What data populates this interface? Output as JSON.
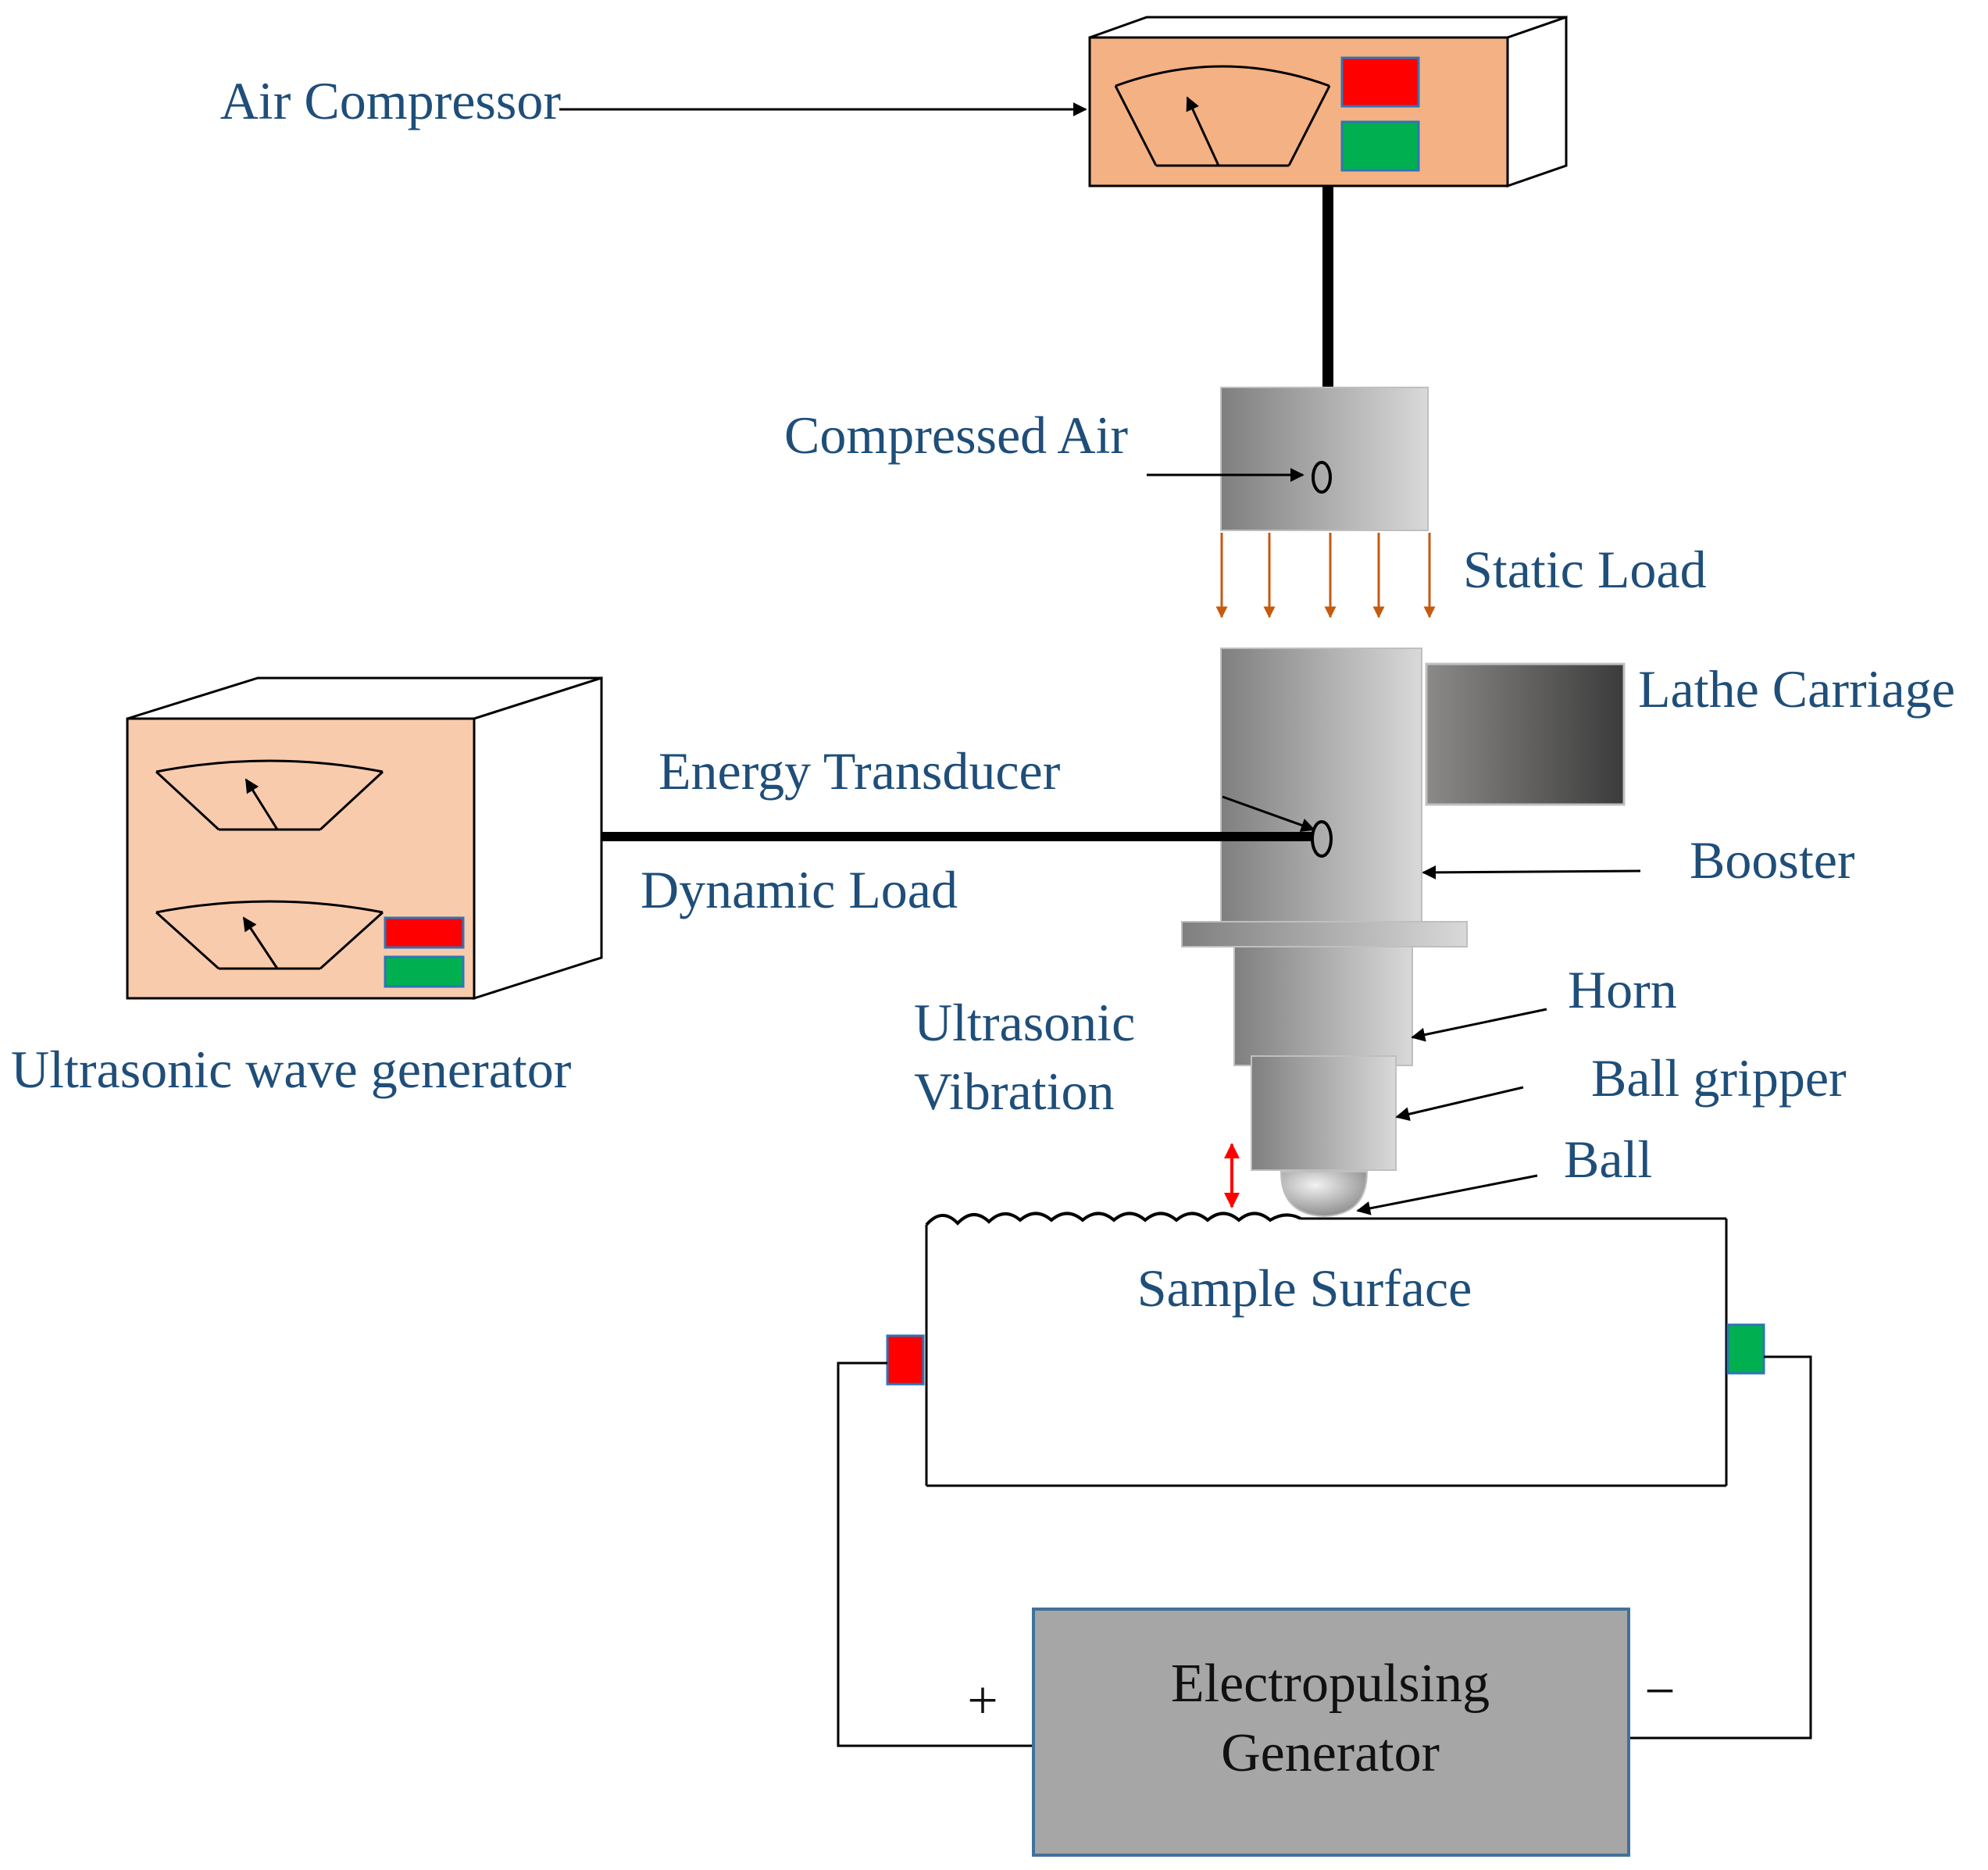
{
  "labels": {
    "air_compressor": "Air Compressor",
    "compressed_air": "Compressed Air",
    "static_load": "Static Load",
    "lathe_carriage": "Lathe Carriage",
    "energy_transducer": "Energy Transducer",
    "booster": "Booster",
    "dynamic_load": "Dynamic Load",
    "horn": "Horn",
    "ultrasonic_line1": "Ultrasonic",
    "ultrasonic_line2": "Vibration",
    "ball_gripper": "Ball gripper",
    "ball": "Ball",
    "ultrasonic_wave_generator": "Ultrasonic wave generator",
    "sample_surface": "Sample Surface",
    "electropulsing_line1": "Electropulsing",
    "electropulsing_line2": "Generator",
    "plus": "+",
    "minus": "−"
  },
  "colors": {
    "label_text": "#1f4e79",
    "device_face": "#f4b183",
    "generator_face": "#f8cbad",
    "indicator_red": "#ff0000",
    "indicator_green": "#00b050",
    "indicator_border": "#2e75b6",
    "load_arrow": "#c55a11",
    "vibration_arrow": "#ff0000",
    "pulse_box_fill": "#a6a6a6",
    "pulse_box_border": "#41719c"
  },
  "icons": {
    "gauge": "gauge-dial-icon",
    "arrow": "arrow-right-icon",
    "valve": "valve-port-icon"
  }
}
